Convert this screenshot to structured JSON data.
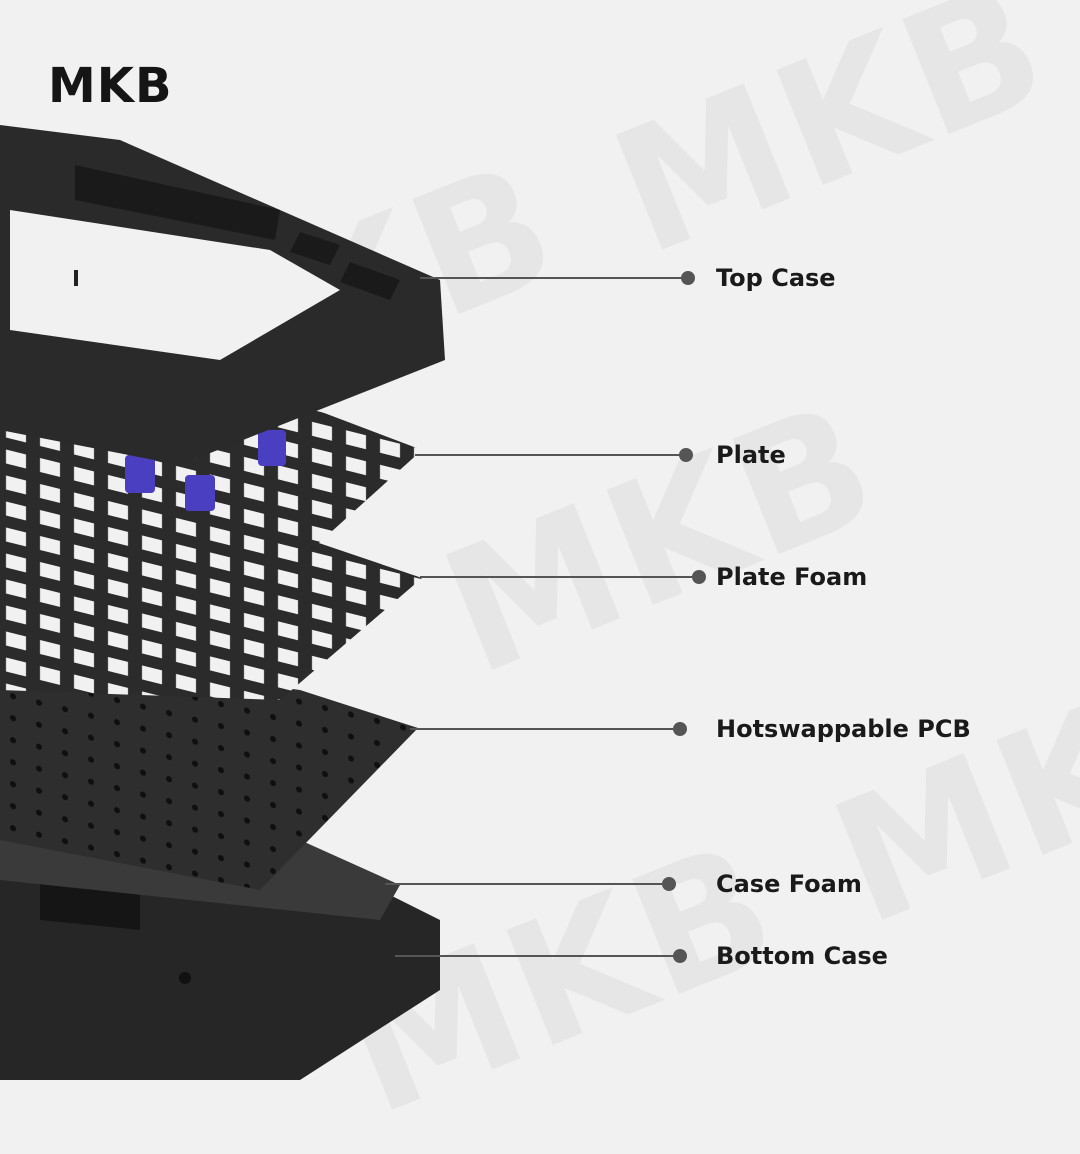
{
  "brand": {
    "logo": "MKB",
    "watermark": "MKB"
  },
  "colors": {
    "background": "#f1f1f1",
    "layer": "#2b2b2b",
    "stabilizer": "#4a3fc0",
    "leader": "#555555"
  },
  "labels": [
    {
      "text": "Top Case"
    },
    {
      "text": "Plate"
    },
    {
      "text": "Plate Foam"
    },
    {
      "text": "Hotswappable PCB"
    },
    {
      "text": "Case Foam"
    },
    {
      "text": "Bottom Case"
    }
  ]
}
